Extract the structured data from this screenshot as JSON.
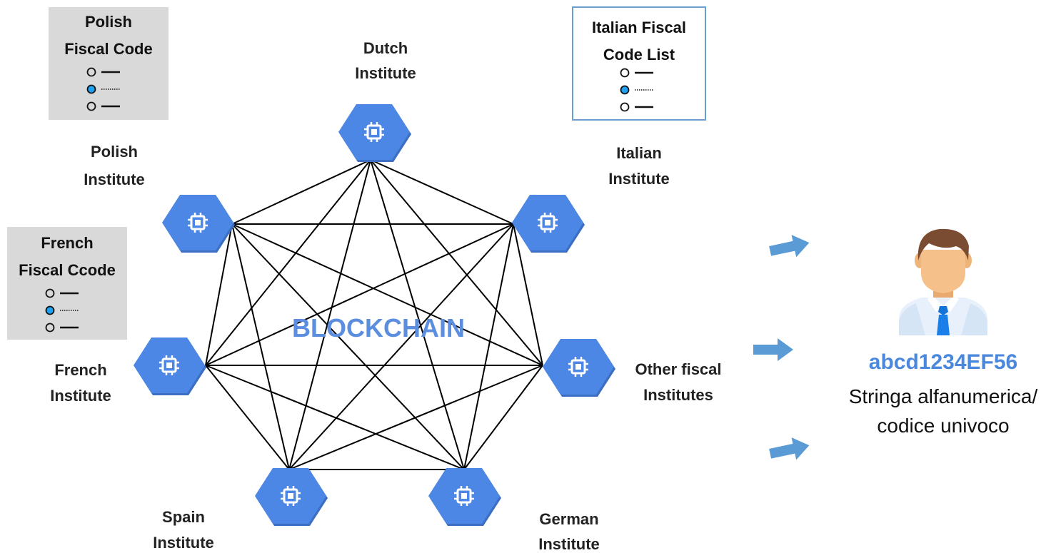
{
  "center_label": "BLOCKCHAIN",
  "institutes": [
    {
      "id": "dutch",
      "lines": [
        "Dutch",
        "Institute"
      ]
    },
    {
      "id": "italian",
      "lines": [
        "Italian",
        "Institute"
      ]
    },
    {
      "id": "other",
      "lines": [
        "Other fiscal",
        "Institutes"
      ]
    },
    {
      "id": "german",
      "lines": [
        "German",
        "Institute"
      ]
    },
    {
      "id": "spain",
      "lines": [
        "Spain",
        "Institute"
      ]
    },
    {
      "id": "french",
      "lines": [
        "French",
        "Institute"
      ]
    },
    {
      "id": "polish",
      "lines": [
        "Polish",
        "Institute"
      ]
    }
  ],
  "code_cards": [
    {
      "id": "polish",
      "lines": [
        "Polish",
        "Fiscal Code"
      ],
      "style": "gray"
    },
    {
      "id": "french",
      "lines": [
        "French",
        "Fiscal Ccode"
      ],
      "style": "gray"
    },
    {
      "id": "italian",
      "lines": [
        "Italian Fiscal",
        "Code List"
      ],
      "style": "outlined"
    }
  ],
  "user": {
    "code": "abcd1234EF56",
    "description_lines": [
      "Stringa alfanumerica/",
      "codice univoco"
    ]
  },
  "colors": {
    "node_blue": "#4d87e5",
    "node_shadow": "#3c6fc4",
    "chain_text": "#5b8ede",
    "code_text": "#4a88dd",
    "arrow": "#5a9bd5",
    "card_gray": "#d9d9d9",
    "card_border": "#6a9ed0",
    "radio_selected": "#1ea1f2"
  },
  "icons": {
    "node": "chip-icon",
    "user": "person-avatar-icon",
    "arrow": "arrow-right-icon"
  }
}
